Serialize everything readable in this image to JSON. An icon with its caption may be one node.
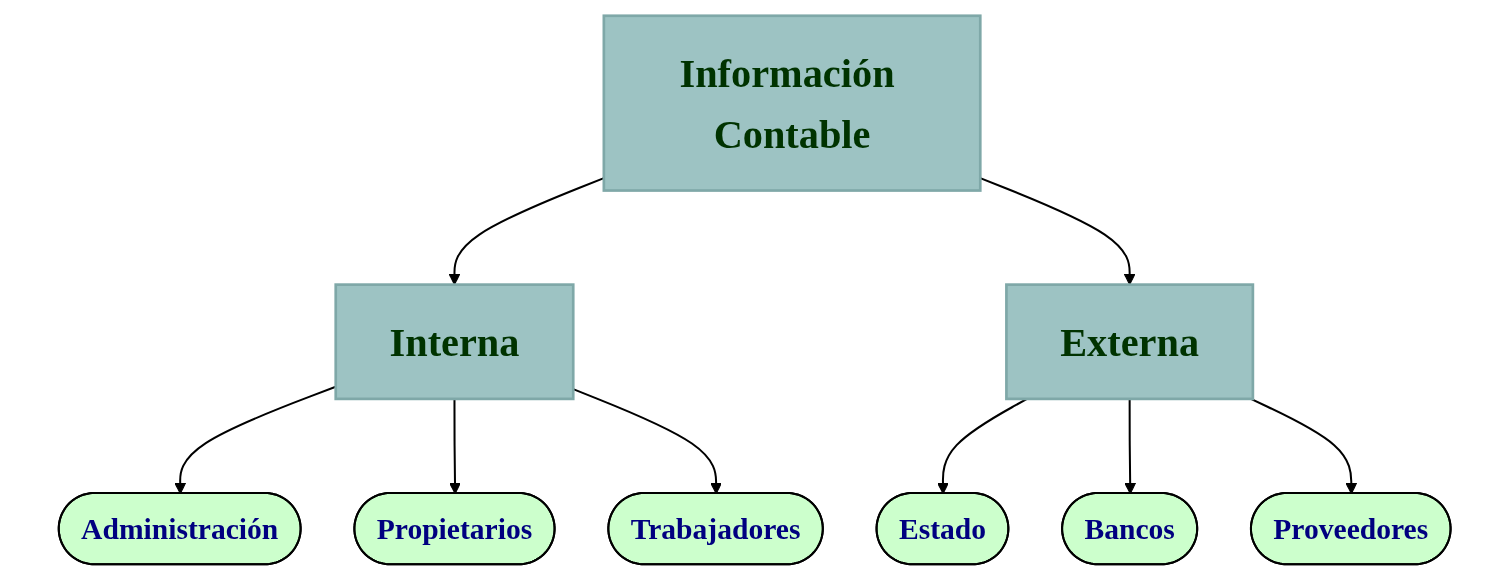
{
  "diagram": {
    "nodes": [
      {
        "text": [
          "Información Contable"
        ]
      },
      {
        "text": [
          "Interna"
        ]
      },
      {
        "text": [
          "Externa"
        ]
      },
      {
        "text": [
          "Administración"
        ]
      },
      {
        "text": [
          "Propietarios"
        ]
      },
      {
        "text": [
          "Trabajadores"
        ]
      },
      {
        "text": [
          "Estado"
        ]
      },
      {
        "text": [
          "Bancos"
        ]
      },
      {
        "text": [
          "Proveedores"
        ]
      }
    ],
    "edges": [
      {
        "from": 0,
        "to": 1,
        "arrow": "to"
      },
      {
        "from": 0,
        "to": 2,
        "arrow": "to"
      },
      {
        "from": 1,
        "to": 3,
        "arrow": "to"
      },
      {
        "from": 1,
        "to": 4,
        "arrow": "to"
      },
      {
        "from": 1,
        "to": 5,
        "arrow": "to"
      },
      {
        "from": 2,
        "to": 6,
        "arrow": "to"
      },
      {
        "from": 2,
        "to": 7,
        "arrow": "to"
      },
      {
        "from": 2,
        "to": 8,
        "arrow": "to"
      }
    ]
  }
}
